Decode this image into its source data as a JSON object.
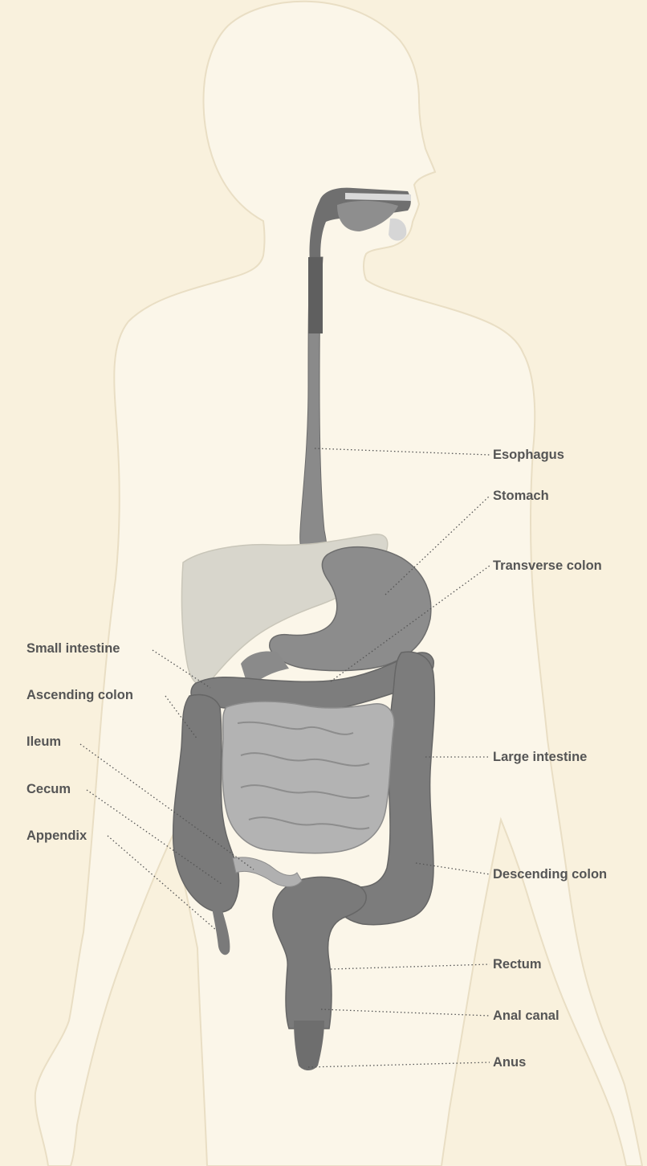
{
  "diagram": {
    "colors": {
      "background": "#f9f1dd",
      "body_silhouette": "#fbf6e9",
      "body_outline": "#e9dec4",
      "organ_dark": "#747474",
      "organ_mid": "#9a9a9a",
      "organ_light": "#b8b8b8",
      "liver": "#d8d6cc",
      "label_text": "#555555",
      "leader_line": "#555555"
    },
    "labels": {
      "esophagus": "Esophagus",
      "stomach": "Stomach",
      "transverse_colon": "Transverse colon",
      "small_intestine": "Small intestine",
      "ascending_colon": "Ascending colon",
      "ileum": "Ileum",
      "cecum": "Cecum",
      "appendix": "Appendix",
      "large_intestine": "Large intestine",
      "descending_colon": "Descending colon",
      "rectum": "Rectum",
      "anal_canal": "Anal canal",
      "anus": "Anus"
    }
  }
}
